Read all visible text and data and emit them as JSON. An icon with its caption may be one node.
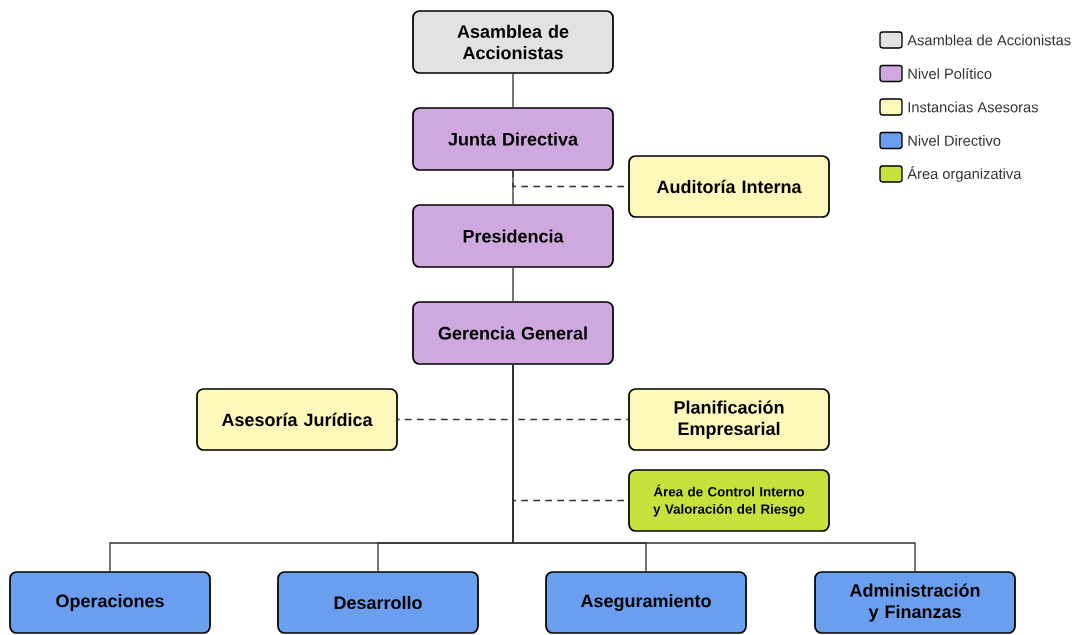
{
  "diagram": {
    "nodes": [
      {
        "text": [
          "Asamblea de Accionistas"
        ]
      },
      {
        "text": [
          "Junta Directiva"
        ]
      },
      {
        "text": [
          "Auditoría Interna"
        ]
      },
      {
        "text": [
          "Presidencia"
        ]
      },
      {
        "text": [
          "Gerencia General"
        ]
      },
      {
        "text": [
          "Asesoría Jurídica"
        ]
      },
      {
        "text": [
          "Planificación Empresarial"
        ]
      },
      {
        "text": [
          "Área de Control Interno y Valoración del Riesgo"
        ]
      },
      {
        "text": [
          "Operaciones"
        ]
      },
      {
        "text": [
          "Desarrollo"
        ]
      },
      {
        "text": [
          "Aseguramiento"
        ]
      },
      {
        "text": [
          "Administración y Finanzas"
        ]
      }
    ],
    "edges": [
      {
        "from": 0,
        "to": 1,
        "arrow": "none"
      },
      {
        "from": 1,
        "to": 3,
        "arrow": "none"
      },
      {
        "from": 1,
        "to": 2,
        "arrow": "none",
        "style": "dashed"
      },
      {
        "from": 3,
        "to": 4,
        "arrow": "none"
      },
      {
        "from": 4,
        "to": 5,
        "arrow": "none",
        "style": "dashed"
      },
      {
        "from": 4,
        "to": 6,
        "arrow": "none",
        "style": "dashed"
      },
      {
        "from": 4,
        "to": 7,
        "arrow": "none",
        "style": "dashed"
      },
      {
        "from": 4,
        "to": 8,
        "arrow": "none"
      },
      {
        "from": 4,
        "to": 9,
        "arrow": "none"
      },
      {
        "from": 4,
        "to": 10,
        "arrow": "none"
      },
      {
        "from": 4,
        "to": 11,
        "arrow": "none"
      }
    ],
    "legend": [
      {
        "text": "Asamblea de Accionistas",
        "color": "#e2e2e2"
      },
      {
        "text": "Nivel Político",
        "color": "#cfa8e0"
      },
      {
        "text": "Instancias Asesoras",
        "color": "#fdf7b9"
      },
      {
        "text": "Nivel Directivo",
        "color": "#6a9ff0"
      },
      {
        "text": "Área organizativa",
        "color": "#c8e03c"
      }
    ]
  }
}
